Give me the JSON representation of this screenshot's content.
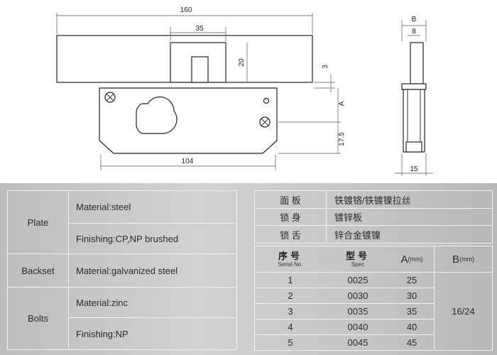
{
  "drawing": {
    "dims": {
      "overall_width": "160",
      "cylinder_width": "35",
      "cylinder_height": "20",
      "plate_thickness": "3",
      "offset_a": "A",
      "bottom_height": "17.5",
      "case_width": "104",
      "side_b": "B",
      "side_8": "8",
      "side_15": "15"
    }
  },
  "spec_table": {
    "plate": {
      "name": "Plate",
      "material": "Material:steel",
      "finishing": "Finishing:CP,NP brushed"
    },
    "backset": {
      "name": "Backset",
      "material": "Material:galvanized steel"
    },
    "bolts": {
      "name": "Bolts",
      "material": "Material:zinc",
      "finishing": "Finishing:NP"
    }
  },
  "materials_cn": [
    {
      "part": "面 板",
      "value": "铁镀铬/铁镀镍拉丝"
    },
    {
      "part": "锁 身",
      "value": "镀锌板"
    },
    {
      "part": "锁 舌",
      "value": "锌合金镀镍"
    }
  ],
  "model_table": {
    "headers": {
      "serial_cn": "序号",
      "serial_en": "Serial No.",
      "spec_cn": "型号",
      "spec_en": "Spec",
      "a_label": "A",
      "a_unit": "(mm)",
      "b_label": "B",
      "b_unit": "(mm)"
    },
    "b_value": "16/24",
    "rows": [
      {
        "serial": "1",
        "spec": "0025",
        "a": "25"
      },
      {
        "serial": "2",
        "spec": "0030",
        "a": "30"
      },
      {
        "serial": "3",
        "spec": "0035",
        "a": "35"
      },
      {
        "serial": "4",
        "spec": "0040",
        "a": "40"
      },
      {
        "serial": "5",
        "spec": "0045",
        "a": "45"
      }
    ]
  }
}
